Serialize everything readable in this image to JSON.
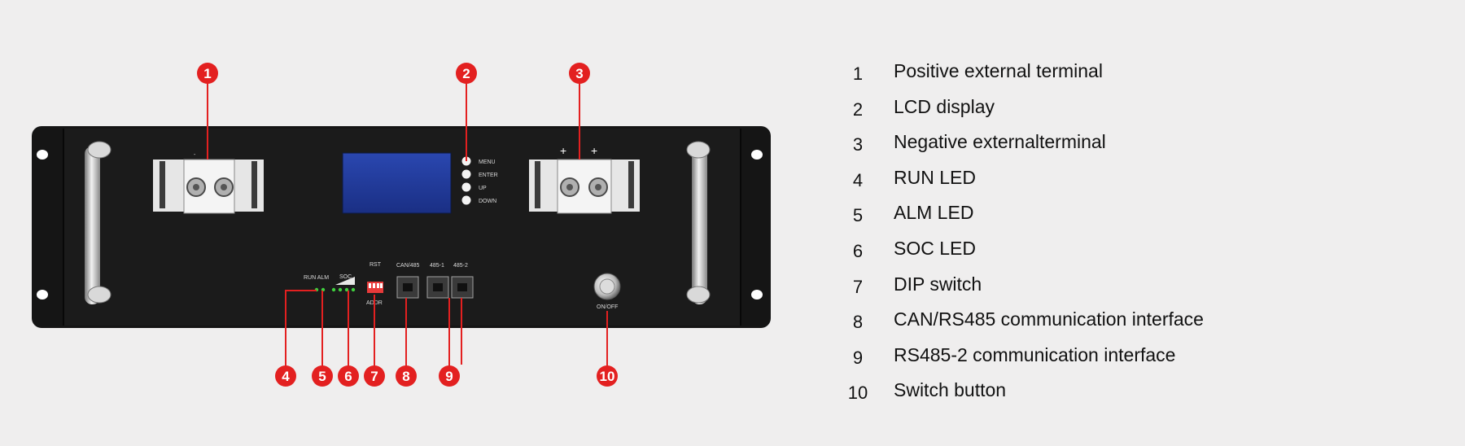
{
  "panel": {
    "minus_sign": "-",
    "plus_sign": "+",
    "buttons": [
      "MENU",
      "ENTER",
      "UP",
      "DOWN"
    ],
    "labels": {
      "run_alm": "RUN ALM",
      "soc": "SOC",
      "rst": "RST",
      "addr": "ADDR",
      "can485": "CAN/485",
      "port_485_1": "485-1",
      "port_485_2": "485-2",
      "onoff": "ON/OFF"
    }
  },
  "callouts": [
    "1",
    "2",
    "3",
    "4",
    "5",
    "6",
    "7",
    "8",
    "9",
    "10"
  ],
  "legend": [
    {
      "num": "1",
      "desc": "Positive external terminal"
    },
    {
      "num": "2",
      "desc": "LCD display"
    },
    {
      "num": "3",
      "desc": "Negative externalterminal"
    },
    {
      "num": "4",
      "desc": "RUN LED"
    },
    {
      "num": "5",
      "desc": "ALM LED"
    },
    {
      "num": "6",
      "desc": "SOC LED"
    },
    {
      "num": "7",
      "desc": "DIP switch"
    },
    {
      "num": "8",
      "desc": "CAN/RS485 communication interface"
    },
    {
      "num": "9",
      "desc": "RS485-2 communication interface"
    },
    {
      "num": "10",
      "desc": "Switch button"
    }
  ],
  "colors": {
    "callout": "#e32020",
    "panel": "#151515",
    "lcd": "#1f3a9a",
    "led_green": "#3fcf3f",
    "dip": "#e83a3a"
  }
}
